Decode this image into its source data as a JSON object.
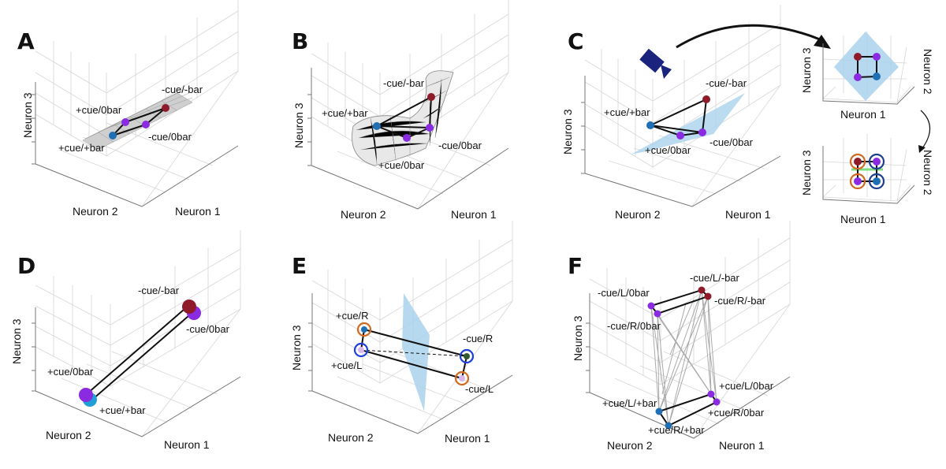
{
  "panels": {
    "A": {
      "letter": "A",
      "axes": {
        "x": "Neuron 1",
        "y": "Neuron 2",
        "z": "Neuron 3"
      },
      "points": [
        "-cue/-bar",
        "+cue/0bar",
        "-cue/0bar",
        "+cue/+bar"
      ]
    },
    "B": {
      "letter": "B",
      "axes": {
        "x": "Neuron 1",
        "y": "Neuron 2",
        "z": "Neuron 3"
      },
      "points": [
        "-cue/-bar",
        "+cue/+bar",
        "-cue/0bar",
        "+cue/0bar"
      ]
    },
    "C": {
      "letter": "C",
      "axes": {
        "x": "Neuron 1",
        "y": "Neuron 2",
        "z": "Neuron 3"
      },
      "points": [
        "-cue/-bar",
        "+cue/+bar",
        "-cue/0bar",
        "+cue/0bar"
      ],
      "inset_top": {
        "x": "Neuron 1",
        "y": "Neuron 2",
        "z": "Neuron 3"
      },
      "inset_bottom": {
        "x": "Neuron 1",
        "y": "Neuron 2",
        "z": "Neuron 3"
      }
    },
    "D": {
      "letter": "D",
      "axes": {
        "x": "Neuron 1",
        "y": "Neuron 2",
        "z": "Neuron 3"
      },
      "points": [
        "-cue/-bar",
        "-cue/0bar",
        "+cue/0bar",
        "+cue/+bar"
      ]
    },
    "E": {
      "letter": "E",
      "axes": {
        "x": "Neuron 1",
        "y": "Neuron 2",
        "z": "Neuron 3"
      },
      "points": [
        "+cue/R",
        "+cue/L",
        "-cue/R",
        "-cue/L"
      ]
    },
    "F": {
      "letter": "F",
      "axes": {
        "x": "Neuron 1",
        "y": "Neuron 2",
        "z": "Neuron 3"
      },
      "points": [
        "-cue/L/-bar",
        "-cue/L/0bar",
        "-cue/R/-bar",
        "-cue/R/0bar",
        "+cue/L/0bar",
        "+cue/R/0bar",
        "+cue/L/+bar",
        "+cue/R/+bar"
      ]
    }
  },
  "colors": {
    "dark_red": "#8e1a2a",
    "purple": "#8a2be2",
    "blue": "#1f6fb5",
    "navy": "#1c3f8f",
    "orange": "#d2691e",
    "light_blue": "#a9d2ec",
    "green": "#7fdc7f"
  }
}
